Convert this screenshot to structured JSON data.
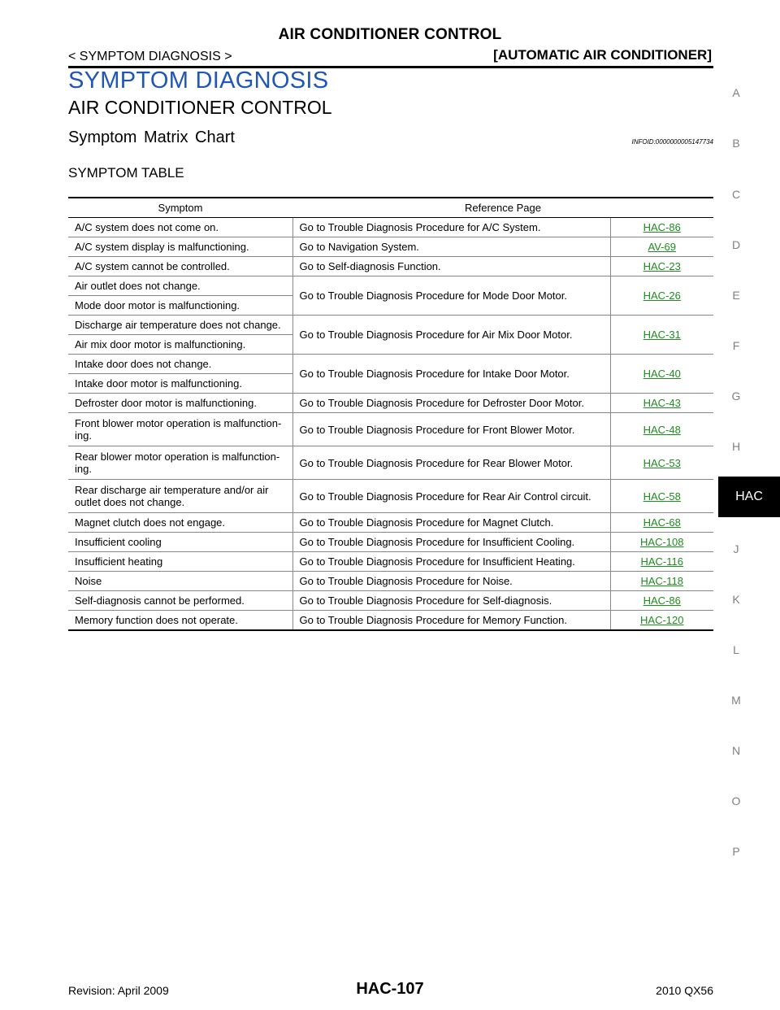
{
  "header": {
    "title": "AIR CONDITIONER CONTROL",
    "left": "< SYMPTOM DIAGNOSIS >",
    "right": "[AUTOMATIC AIR CONDITIONER]"
  },
  "content": {
    "section_title": "SYMPTOM DIAGNOSIS",
    "subsection_title": "AIR CONDITIONER CONTROL",
    "chart_title": "Symptom Matrix Chart",
    "infoid": "INFOID:0000000005147734",
    "table_title": "SYMPTOM TABLE"
  },
  "table": {
    "headers": [
      "Symptom",
      "Reference Page"
    ],
    "rows": [
      {
        "symptom": "A/C system does not come on.",
        "action": "Go to Trouble Diagnosis Procedure for A/C System.",
        "ref": "HAC-86"
      },
      {
        "symptom": "A/C system display is malfunctioning.",
        "action": "Go to Navigation System.",
        "ref": "AV-69"
      },
      {
        "symptom": "A/C system cannot be controlled.",
        "action": "Go to Self-diagnosis Function.",
        "ref": "HAC-23"
      },
      {
        "symptom": "Air outlet does not change.",
        "symptom2": "Mode door motor is malfunctioning.",
        "action": "Go to Trouble Diagnosis Procedure for Mode Door Motor.",
        "ref": "HAC-26"
      },
      {
        "symptom": "Discharge air temperature does not change.",
        "symptom2": "Air mix door motor is malfunctioning.",
        "action": "Go to Trouble Diagnosis Procedure for Air Mix Door Motor.",
        "ref": "HAC-31"
      },
      {
        "symptom": "Intake door does not change.",
        "symptom2": "Intake door motor is malfunctioning.",
        "action": "Go to Trouble Diagnosis Procedure for Intake Door Motor.",
        "ref": "HAC-40"
      },
      {
        "symptom": "Defroster door motor is malfunctioning.",
        "action": "Go to Trouble Diagnosis Procedure for Defroster Door Motor.",
        "ref": "HAC-43"
      },
      {
        "symptom": "Front blower motor operation is malfunction-ing.",
        "action": "Go to Trouble Diagnosis Procedure for Front Blower Motor.",
        "ref": "HAC-48"
      },
      {
        "symptom": "Rear blower motor operation is malfunction-ing.",
        "action": "Go to Trouble Diagnosis Procedure for Rear Blower Motor.",
        "ref": "HAC-53"
      },
      {
        "symptom": "Rear discharge air temperature and/or air outlet does not change.",
        "action": "Go to Trouble Diagnosis Procedure for Rear Air Control circuit.",
        "ref": "HAC-58"
      },
      {
        "symptom": "Magnet clutch does not engage.",
        "action": "Go to Trouble Diagnosis Procedure for Magnet Clutch.",
        "ref": "HAC-68"
      },
      {
        "symptom": "Insufficient cooling",
        "action": "Go to Trouble Diagnosis Procedure for Insufficient Cooling.",
        "ref": "HAC-108"
      },
      {
        "symptom": "Insufficient heating",
        "action": "Go to Trouble Diagnosis Procedure for Insufficient Heating.",
        "ref": "HAC-116"
      },
      {
        "symptom": "Noise",
        "action": "Go to Trouble Diagnosis Procedure for Noise.",
        "ref": "HAC-118"
      },
      {
        "symptom": "Self-diagnosis cannot be performed.",
        "action": "Go to Trouble Diagnosis Procedure for Self-diagnosis.",
        "ref": "HAC-86"
      },
      {
        "symptom": "Memory function does not operate.",
        "action": "Go to Trouble Diagnosis Procedure for Memory Function.",
        "ref": "HAC-120"
      }
    ]
  },
  "side_index": [
    "A",
    "B",
    "C",
    "D",
    "E",
    "F",
    "G",
    "H",
    "J",
    "K",
    "L",
    "M",
    "N",
    "O",
    "P"
  ],
  "side_tab": "HAC",
  "footer": {
    "revision": "Revision: April 2009",
    "page": "HAC-107",
    "model": "2010 QX56"
  },
  "colors": {
    "section_title": "#1f57b5",
    "link": "#1e8c1e",
    "side_letters": "#808080",
    "tab_bg": "#000000"
  }
}
